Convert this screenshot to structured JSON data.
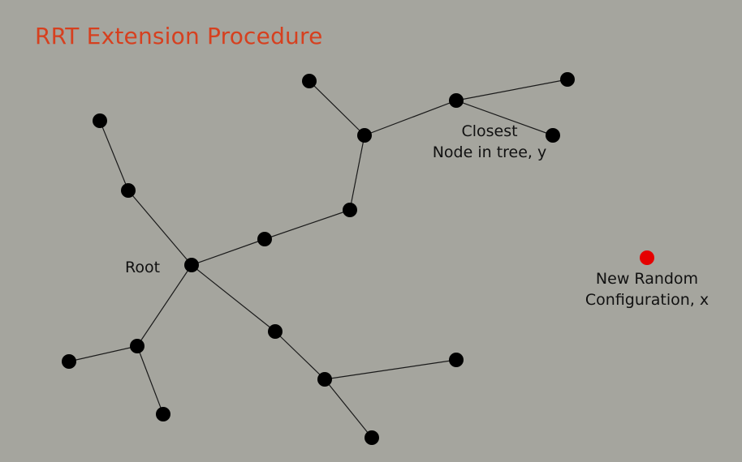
{
  "title": "RRT Extension Procedure",
  "labels": {
    "root": "Root",
    "closest_line1": "Closest",
    "closest_line2": "Node in tree, y",
    "random_line1": "New Random",
    "random_line2": "Configuration, x"
  },
  "colors": {
    "background": "#a5a59e",
    "title": "#d6401f",
    "node": "#000000",
    "random_node": "#e50000",
    "edge": "#1a1a1a"
  },
  "graph": {
    "nodes": [
      {
        "id": "root",
        "role": "root"
      },
      {
        "id": "n-upper-left-mid"
      },
      {
        "id": "n-upper-left-tip"
      },
      {
        "id": "n-mid-1"
      },
      {
        "id": "n-mid-2"
      },
      {
        "id": "n-upper-hub"
      },
      {
        "id": "n-upper-tip"
      },
      {
        "id": "n-closest",
        "role": "closest"
      },
      {
        "id": "n-right-top"
      },
      {
        "id": "n-right-low"
      },
      {
        "id": "n-lower-left-hub"
      },
      {
        "id": "n-lower-left-tip"
      },
      {
        "id": "n-lower-left-bottom"
      },
      {
        "id": "n-lower-mid"
      },
      {
        "id": "n-lower-hub"
      },
      {
        "id": "n-lower-right"
      },
      {
        "id": "n-lower-bottom"
      },
      {
        "id": "x-random",
        "role": "random"
      }
    ],
    "edges": [
      [
        "root",
        "n-upper-left-mid"
      ],
      [
        "n-upper-left-mid",
        "n-upper-left-tip"
      ],
      [
        "root",
        "n-mid-1"
      ],
      [
        "n-mid-1",
        "n-mid-2"
      ],
      [
        "n-mid-2",
        "n-upper-hub"
      ],
      [
        "n-upper-hub",
        "n-upper-tip"
      ],
      [
        "n-upper-hub",
        "n-closest"
      ],
      [
        "n-closest",
        "n-right-top"
      ],
      [
        "n-closest",
        "n-right-low"
      ],
      [
        "root",
        "n-lower-left-hub"
      ],
      [
        "n-lower-left-hub",
        "n-lower-left-tip"
      ],
      [
        "n-lower-left-hub",
        "n-lower-left-bottom"
      ],
      [
        "root",
        "n-lower-mid"
      ],
      [
        "n-lower-mid",
        "n-lower-hub"
      ],
      [
        "n-lower-hub",
        "n-lower-right"
      ],
      [
        "n-lower-hub",
        "n-lower-bottom"
      ]
    ]
  }
}
